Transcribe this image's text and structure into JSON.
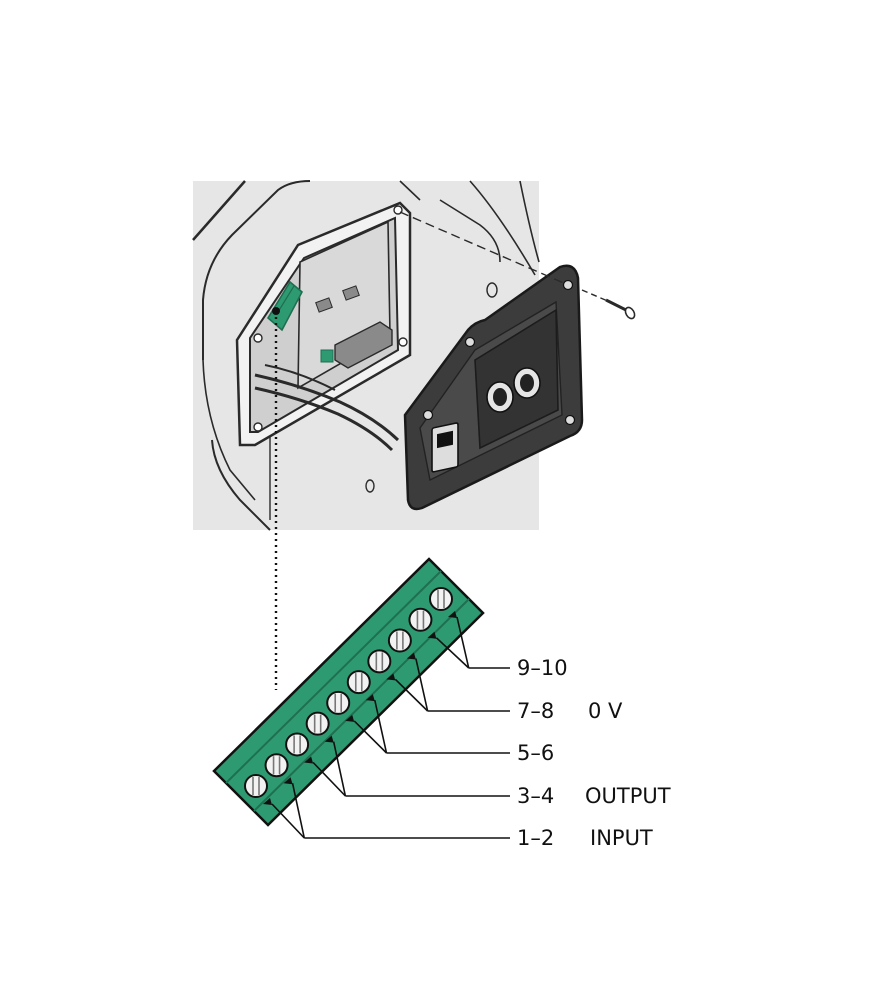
{
  "colors": {
    "housing": "#e6e6e6",
    "housing_line": "#2a2a2a",
    "terminal_green": "#2e9a72",
    "terminal_dark": "#1f6f51",
    "cover_dark": "#3c3c3c",
    "label": "#111111"
  },
  "icons": {
    "screw": "screw-icon",
    "power_switch": "power-switch-icon",
    "cable_gland": "cable-gland-icon"
  },
  "terminal_block": {
    "screw_count": 10
  },
  "terminals": [
    {
      "number": "9–10",
      "function": ""
    },
    {
      "number": "7–8",
      "function": "0 V"
    },
    {
      "number": "5–6",
      "function": ""
    },
    {
      "number": "3–4",
      "function": "OUTPUT"
    },
    {
      "number": "1–2",
      "function": "INPUT"
    }
  ]
}
